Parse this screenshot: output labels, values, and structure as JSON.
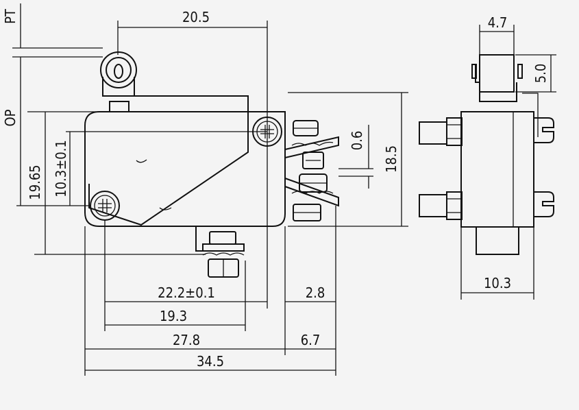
{
  "drawing": {
    "colors": {
      "background": "#f4f4f4",
      "line": "#111111"
    },
    "front_view": {
      "dimensions": {
        "pt": "PT",
        "op": "OP",
        "lever_length": "20.5",
        "op_height": "19.65",
        "pin_spacing": "10.3±0.1",
        "terminal_gap": "0.6",
        "body_height": "18.5",
        "hole_to_pin": "22.2±0.1",
        "terminal_offset": "2.8",
        "hole_to_terminal": "19.3",
        "body_length": "27.8",
        "terminal_extension": "6.7",
        "overall_length": "34.5"
      }
    },
    "side_view": {
      "dimensions": {
        "roller_width": "4.7",
        "roller_height": "5.0",
        "body_width": "10.3"
      }
    }
  }
}
